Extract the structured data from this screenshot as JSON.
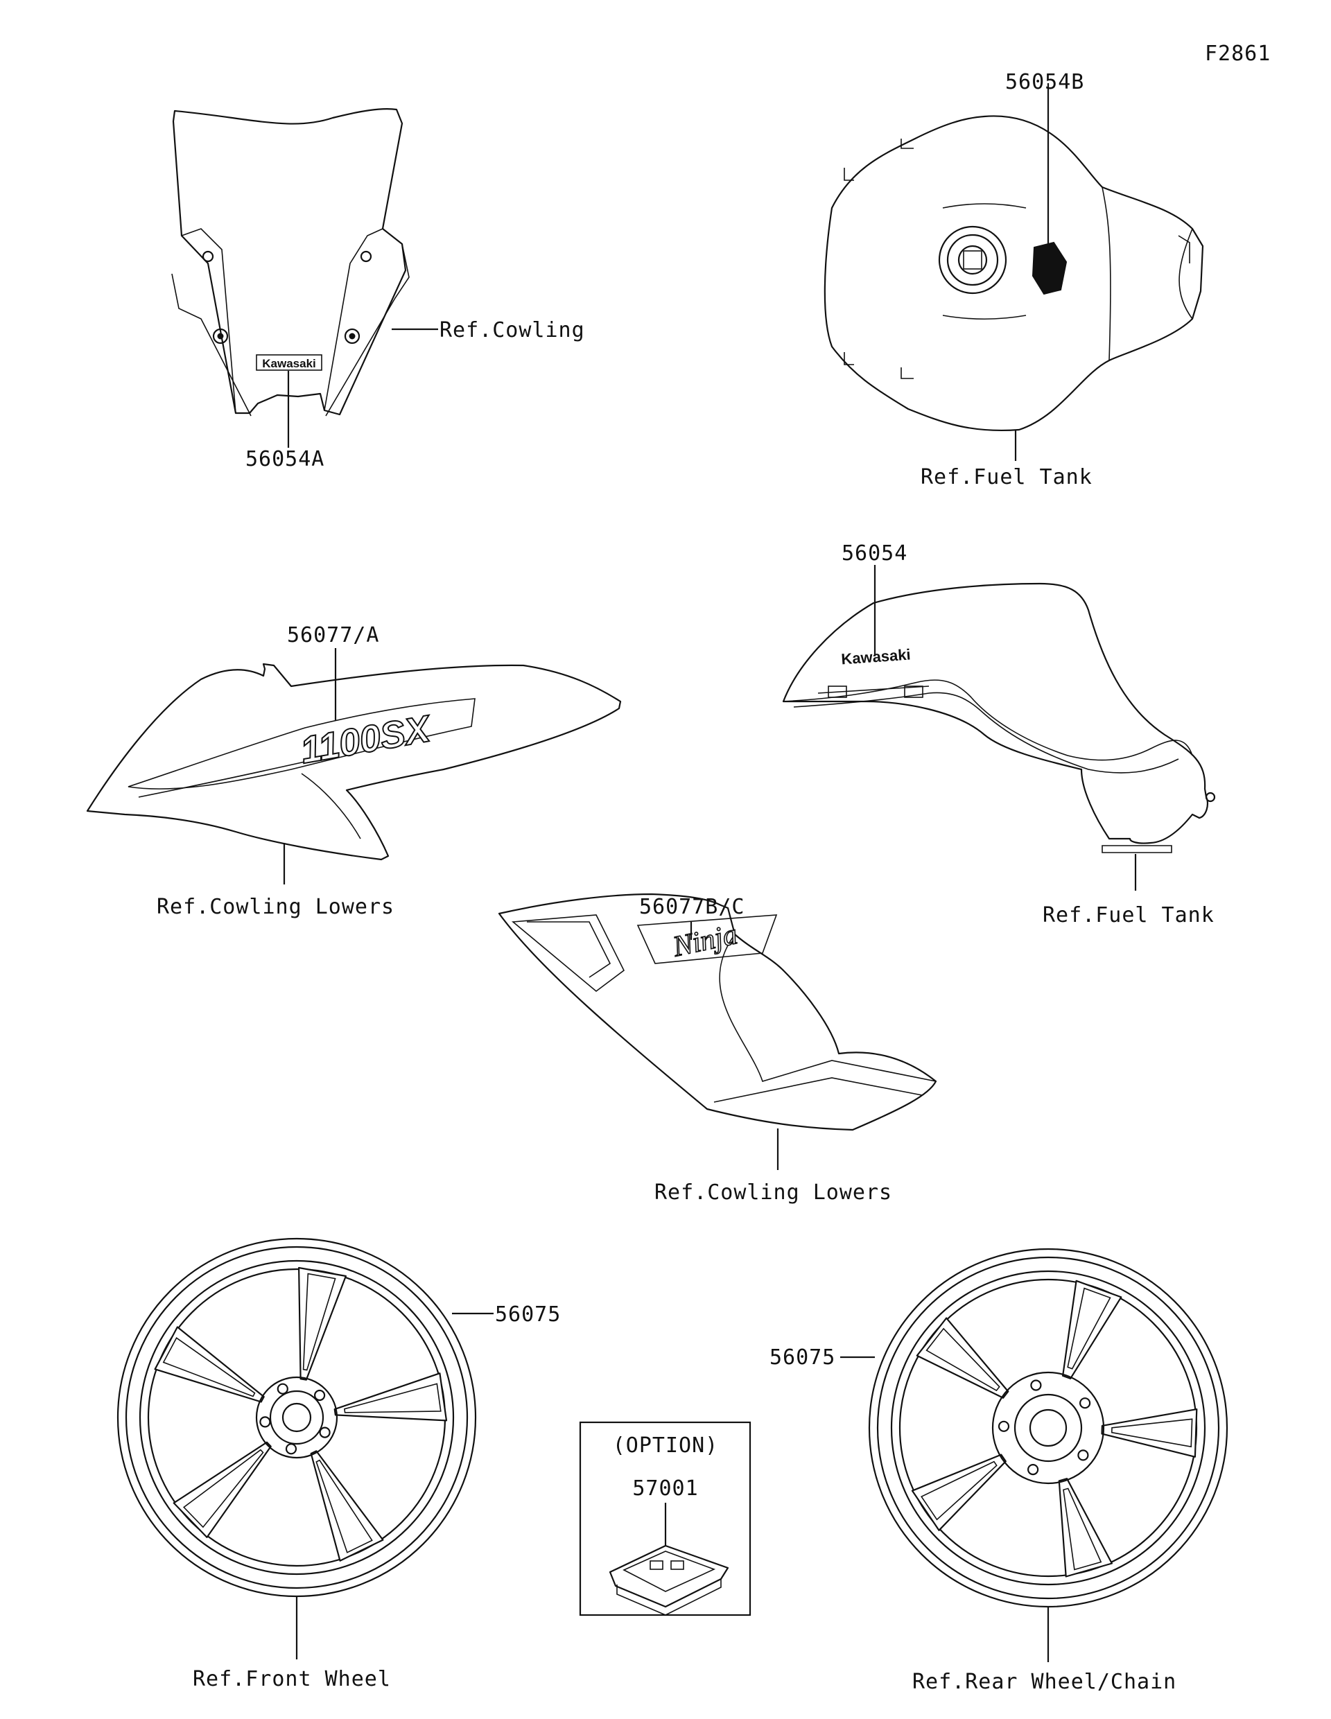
{
  "figure_id": "F2861",
  "callouts": {
    "windshield_decal": "56054A",
    "windshield_ref": "Ref.Cowling",
    "tank_top_decal": "56054B",
    "tank_top_ref": "Ref.Fuel Tank",
    "tank_side_decal": "56054",
    "tank_side_ref": "Ref.Fuel Tank",
    "front_cowl_decal": "56077/A",
    "front_cowl_ref": "Ref.Cowling Lowers",
    "side_cowl_decal": "56077B/C",
    "side_cowl_ref": "Ref.Cowling Lowers",
    "front_wheel_decal": "56075",
    "front_wheel_ref": "Ref.Front Wheel",
    "rear_wheel_decal": "56075",
    "rear_wheel_ref": "Ref.Rear Wheel/Chain",
    "option_title": "(OPTION)",
    "option_part": "57001"
  },
  "decal_text": {
    "kawasaki": "Kawasaki",
    "model": "1100SX",
    "ninja": "Ninja"
  }
}
